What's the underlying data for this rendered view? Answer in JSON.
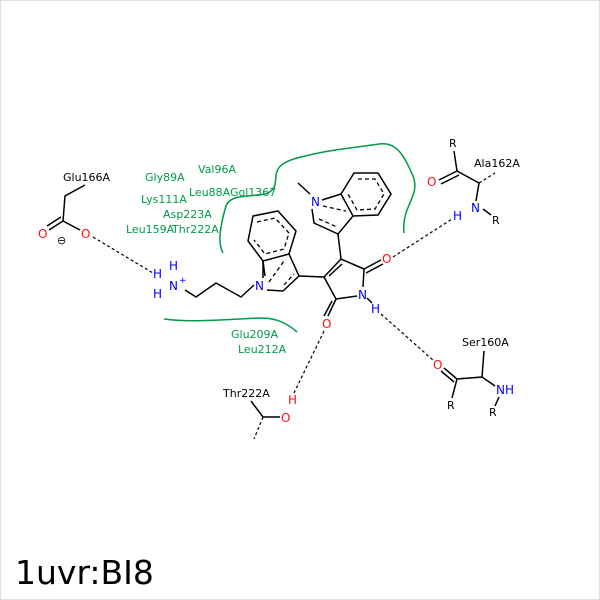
{
  "title": "1uvr:BI8",
  "residues": {
    "glu166": "Glu166A",
    "ala162": "Ala162A",
    "ser160": "Ser160A",
    "thr222": "Thr222A"
  },
  "hydrophobic": [
    "Val96A",
    "Gly89A",
    "Leu88A",
    "Gol1367",
    "Lys111A",
    "Asp223A",
    "Leu159A",
    "Thr222A",
    "Glu209A",
    "Leu212A"
  ],
  "atoms": {
    "O": "O",
    "N": "N",
    "H": "H",
    "NH": "NH",
    "R": "R",
    "plus": "+",
    "minus": "⊖"
  },
  "colors": {
    "hydrophobic": "#009a4a",
    "oxygen": "#ff0d0d",
    "nitrogen": "#0000ff"
  }
}
